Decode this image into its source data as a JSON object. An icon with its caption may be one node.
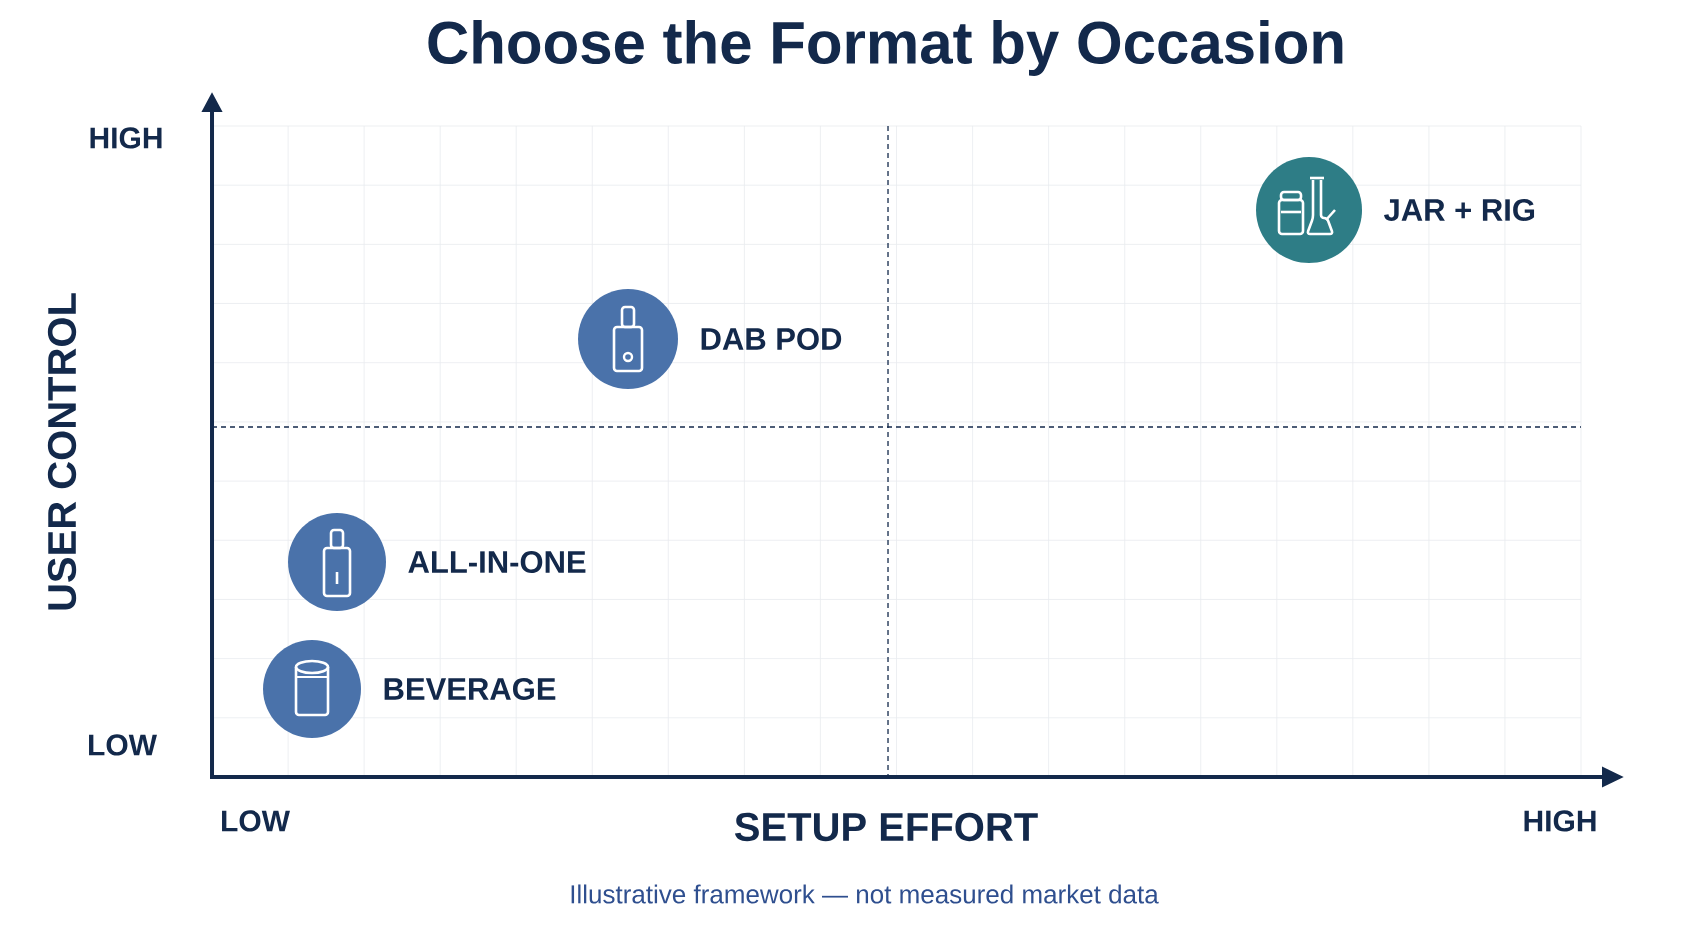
{
  "diagram": {
    "title": "Choose the Format by Occasion",
    "caption": "Illustrative framework — not measured market data",
    "nodes": [
      {
        "text": [],
        "shape": "circle",
        "beside": [
          "JAR + RIG"
        ]
      },
      {
        "text": [],
        "shape": "circle",
        "beside": [
          "DAB POD"
        ]
      },
      {
        "text": [],
        "shape": "circle",
        "beside": [
          "ALL-IN-ONE"
        ]
      },
      {
        "text": [],
        "shape": "circle",
        "beside": [
          "BEVERAGE"
        ]
      }
    ],
    "labels": [
      "HIGH",
      "USER CONTROL",
      "LOW",
      "LOW",
      "SETUP EFFORT",
      "HIGH"
    ]
  }
}
